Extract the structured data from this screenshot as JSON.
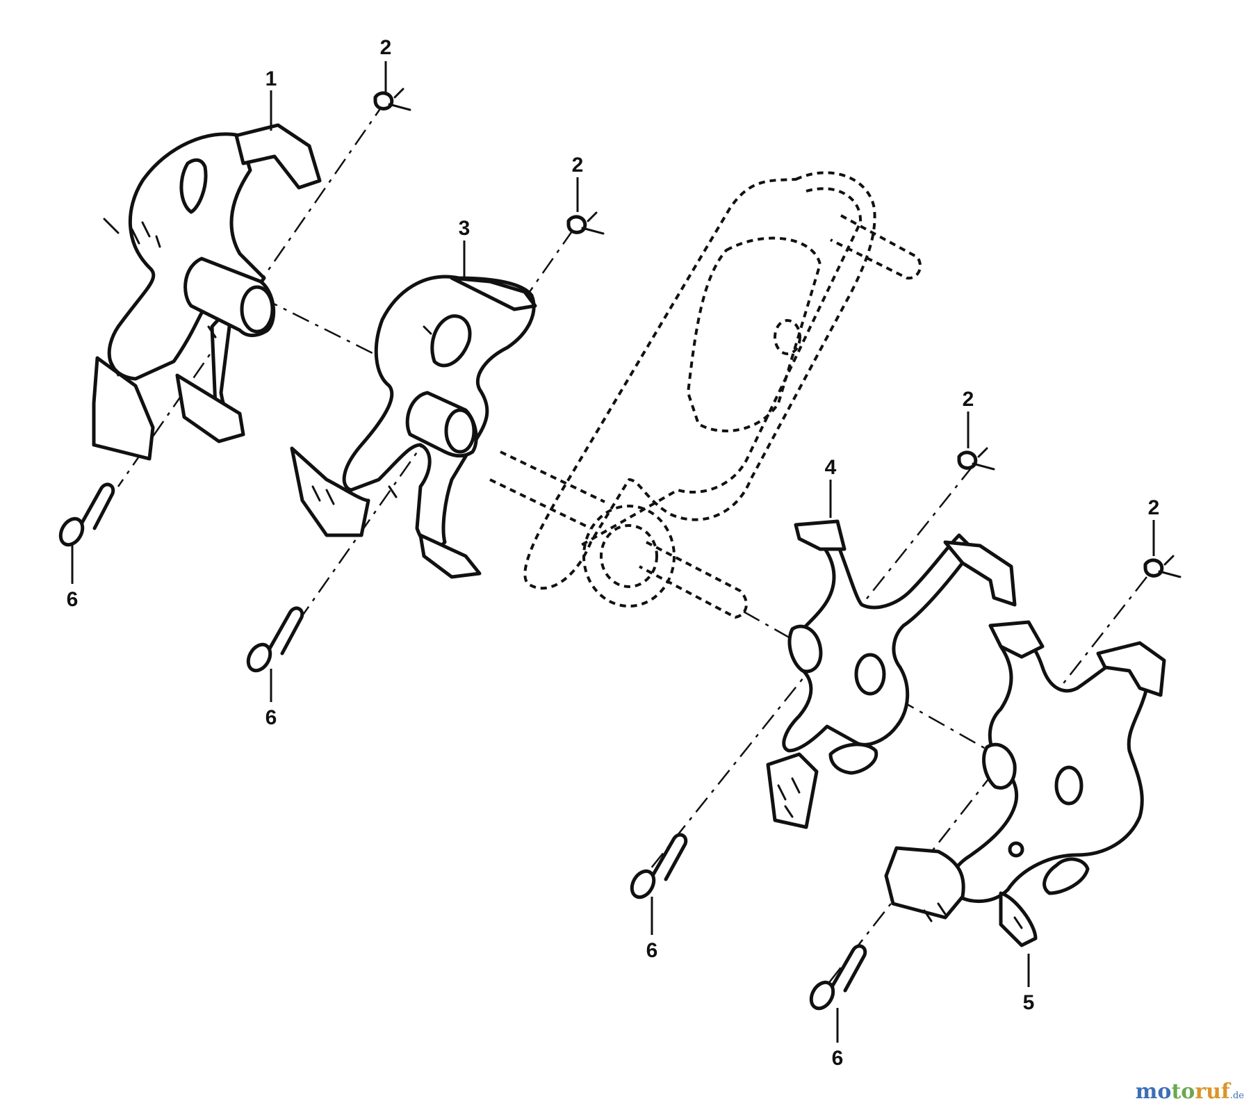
{
  "callouts": {
    "c1": "1",
    "c2a": "2",
    "c2b": "2",
    "c2c": "2",
    "c2d": "2",
    "c3": "3",
    "c4": "4",
    "c5": "5",
    "c6a": "6",
    "c6b": "6",
    "c6c": "6",
    "c6d": "6"
  },
  "watermark": {
    "part1": "mo",
    "part2": "to",
    "part3": "ruf",
    "suffix": ".de"
  },
  "colors": {
    "line": "#111111",
    "background": "#ffffff",
    "wm_blue": "#3d6fb5",
    "wm_green": "#6aa84f",
    "wm_orange": "#d9952a"
  }
}
